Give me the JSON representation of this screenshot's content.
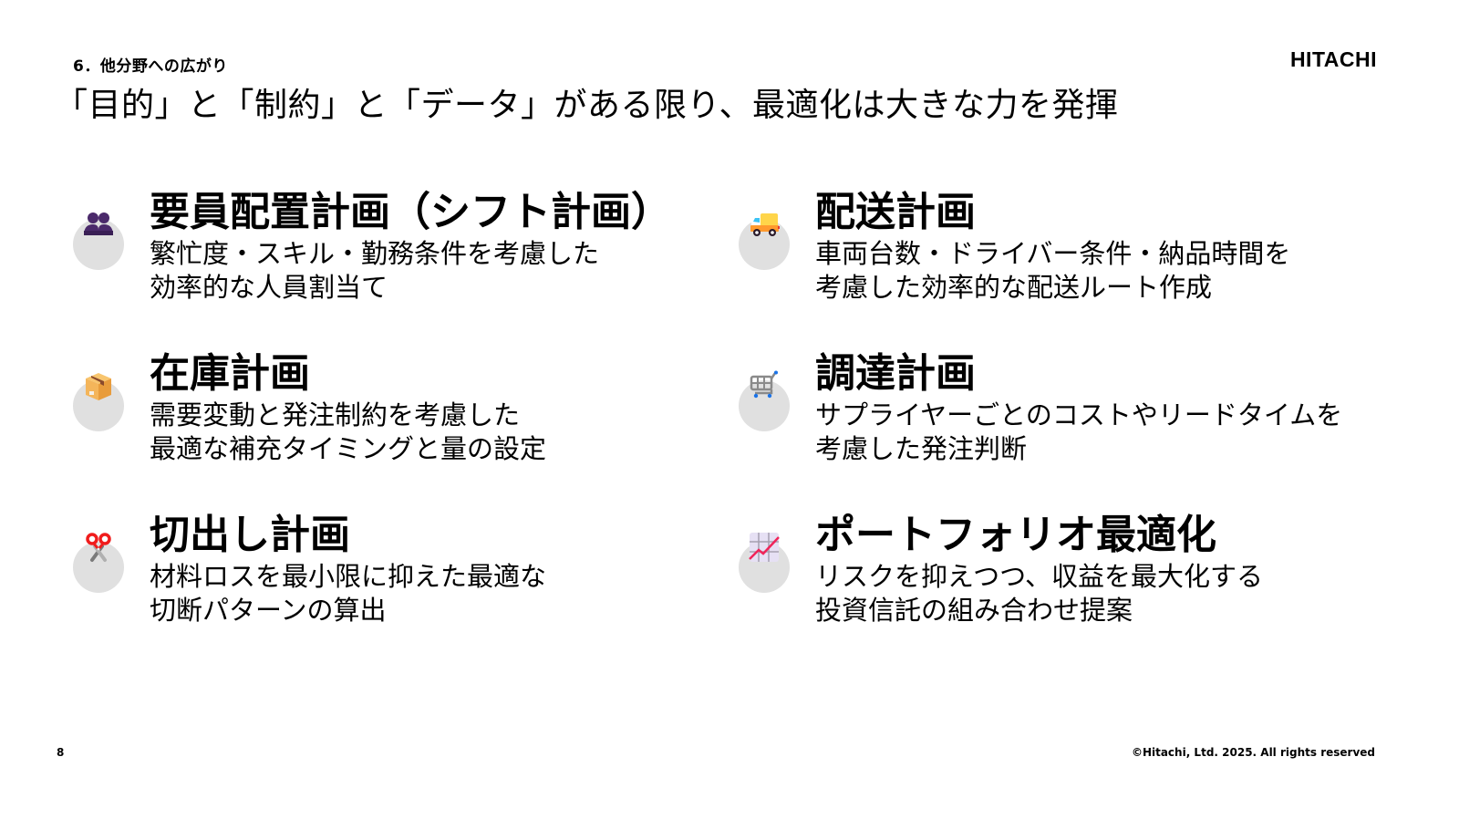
{
  "header": {
    "section": "6．他分野への広がり",
    "title": "「目的」と「制約」と「データ」がある限り、最適化は大きな力を発揮",
    "logo": "HITACHI"
  },
  "items": [
    {
      "icon": "people-icon",
      "title": "要員配置計画（シフト計画）",
      "desc_line1": "繁忙度・スキル・勤務条件を考慮した",
      "desc_line2": "効率的な人員割当て"
    },
    {
      "icon": "delivery-truck-icon",
      "title": "配送計画",
      "desc_line1": "車両台数・ドライバー条件・納品時間を",
      "desc_line2": "考慮した効率的な配送ルート作成"
    },
    {
      "icon": "package-box-icon",
      "title": "在庫計画",
      "desc_line1": "需要変動と発注制約を考慮した",
      "desc_line2": "最適な補充タイミングと量の設定"
    },
    {
      "icon": "shopping-cart-icon",
      "title": "調達計画",
      "desc_line1": "サプライヤーごとのコストやリードタイムを",
      "desc_line2": "考慮した発注判断"
    },
    {
      "icon": "scissors-icon",
      "title": "切出し計画",
      "desc_line1": "材料ロスを最小限に抑えた最適な",
      "desc_line2": "切断パターンの算出"
    },
    {
      "icon": "chart-increasing-icon",
      "title": "ポートフォリオ最適化",
      "desc_line1": "リスクを抑えつつ、収益を最大化する",
      "desc_line2": "投資信託の組み合わせ提案"
    }
  ],
  "footer": {
    "page_number": "8",
    "copyright": "©Hitachi, Ltd. 2025. All rights reserved"
  },
  "colors": {
    "icon_circle_bg": "#e0e0e0",
    "people_icon": "#4b2a6b",
    "truck_body": "#ffd54a",
    "truck_base": "#ff9a2e",
    "truck_window": "#3cc3f5",
    "box": "#f4b55a",
    "box_tape": "#8a4a2c",
    "cart": "#8a8a8a",
    "cart_wheel": "#1a73e8",
    "scissors_handle": "#f01c1c",
    "chart_bg": "#e6e0f4",
    "chart_line": "#f0245a"
  }
}
